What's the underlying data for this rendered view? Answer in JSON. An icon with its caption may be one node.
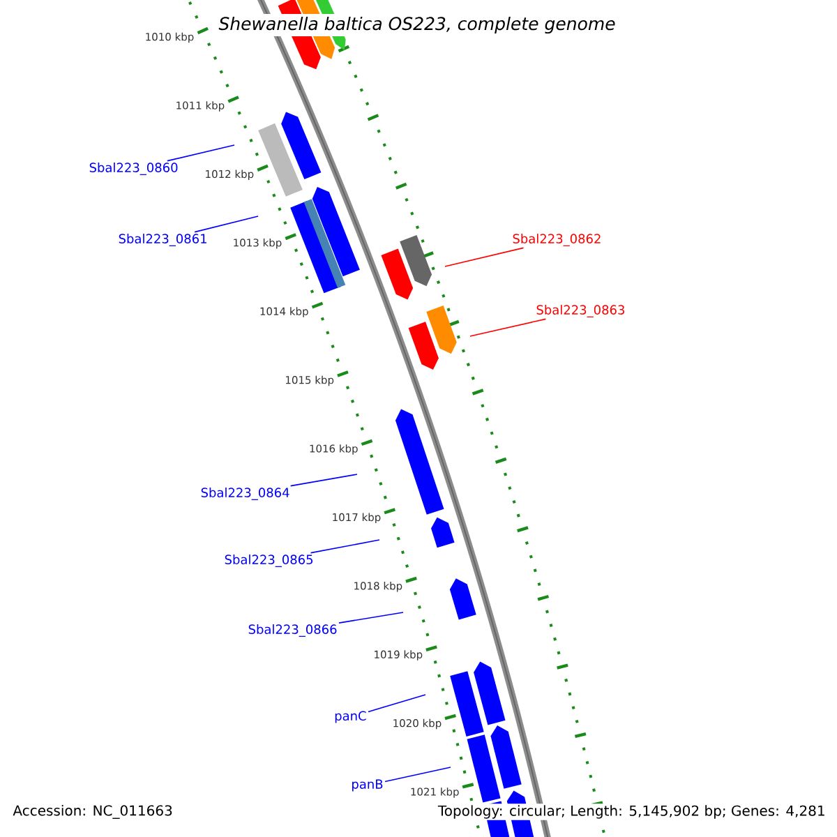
{
  "diagram": {
    "title": "Shewanella baltica OS223, complete genome",
    "nodes": [
      {
        "text": [
          "Sbal223_0860"
        ]
      },
      {
        "text": [
          "Sbal223_0862"
        ]
      },
      {
        "text": [
          "Sbal223_0861"
        ]
      },
      {
        "text": [
          "Sbal223_0863"
        ]
      },
      {
        "text": [
          "Sbal223_0864"
        ]
      },
      {
        "text": [
          "Sbal223_0865"
        ]
      },
      {
        "text": [
          "Sbal223_0866"
        ]
      },
      {
        "text": [
          "panC"
        ]
      },
      {
        "text": [
          "panB"
        ]
      }
    ],
    "edges": [
      {
        "from": 0,
        "to": null,
        "arrow": "none"
      },
      {
        "from": 1,
        "to": null,
        "arrow": "none",
        "color": "#ff0000"
      },
      {
        "from": 2,
        "to": null,
        "arrow": "none"
      },
      {
        "from": 3,
        "to": null,
        "arrow": "none",
        "color": "#ff0000"
      },
      {
        "from": 4,
        "to": null,
        "arrow": "none"
      },
      {
        "from": 5,
        "to": null,
        "arrow": "none"
      },
      {
        "from": 6,
        "to": null,
        "arrow": "none"
      },
      {
        "from": 7,
        "to": null,
        "arrow": "none"
      },
      {
        "from": 8,
        "to": null,
        "arrow": "none"
      }
    ],
    "labels": [
      "1010 kbp",
      "1011 kbp",
      "1012 kbp",
      "1013 kbp",
      "1014 kbp",
      "1015 kbp",
      "1016 kbp",
      "1017 kbp",
      "1018 kbp",
      "1019 kbp",
      "1020 kbp",
      "1021 kbp",
      "Accession: NC_011663",
      "Topology: circular; Length: 5,145,902 bp; Genes: 4,281"
    ]
  }
}
